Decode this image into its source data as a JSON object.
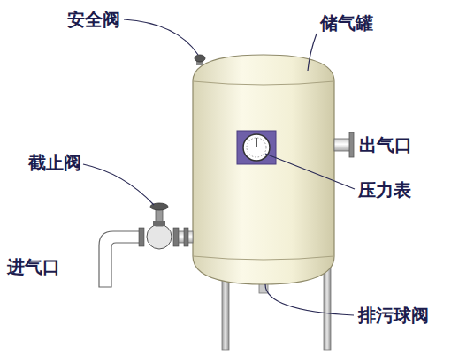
{
  "diagram": {
    "labels": [
      "安全阀",
      "储气罐",
      "截止阀",
      "出气口",
      "压力表",
      "进气口",
      "排污球阀"
    ]
  }
}
